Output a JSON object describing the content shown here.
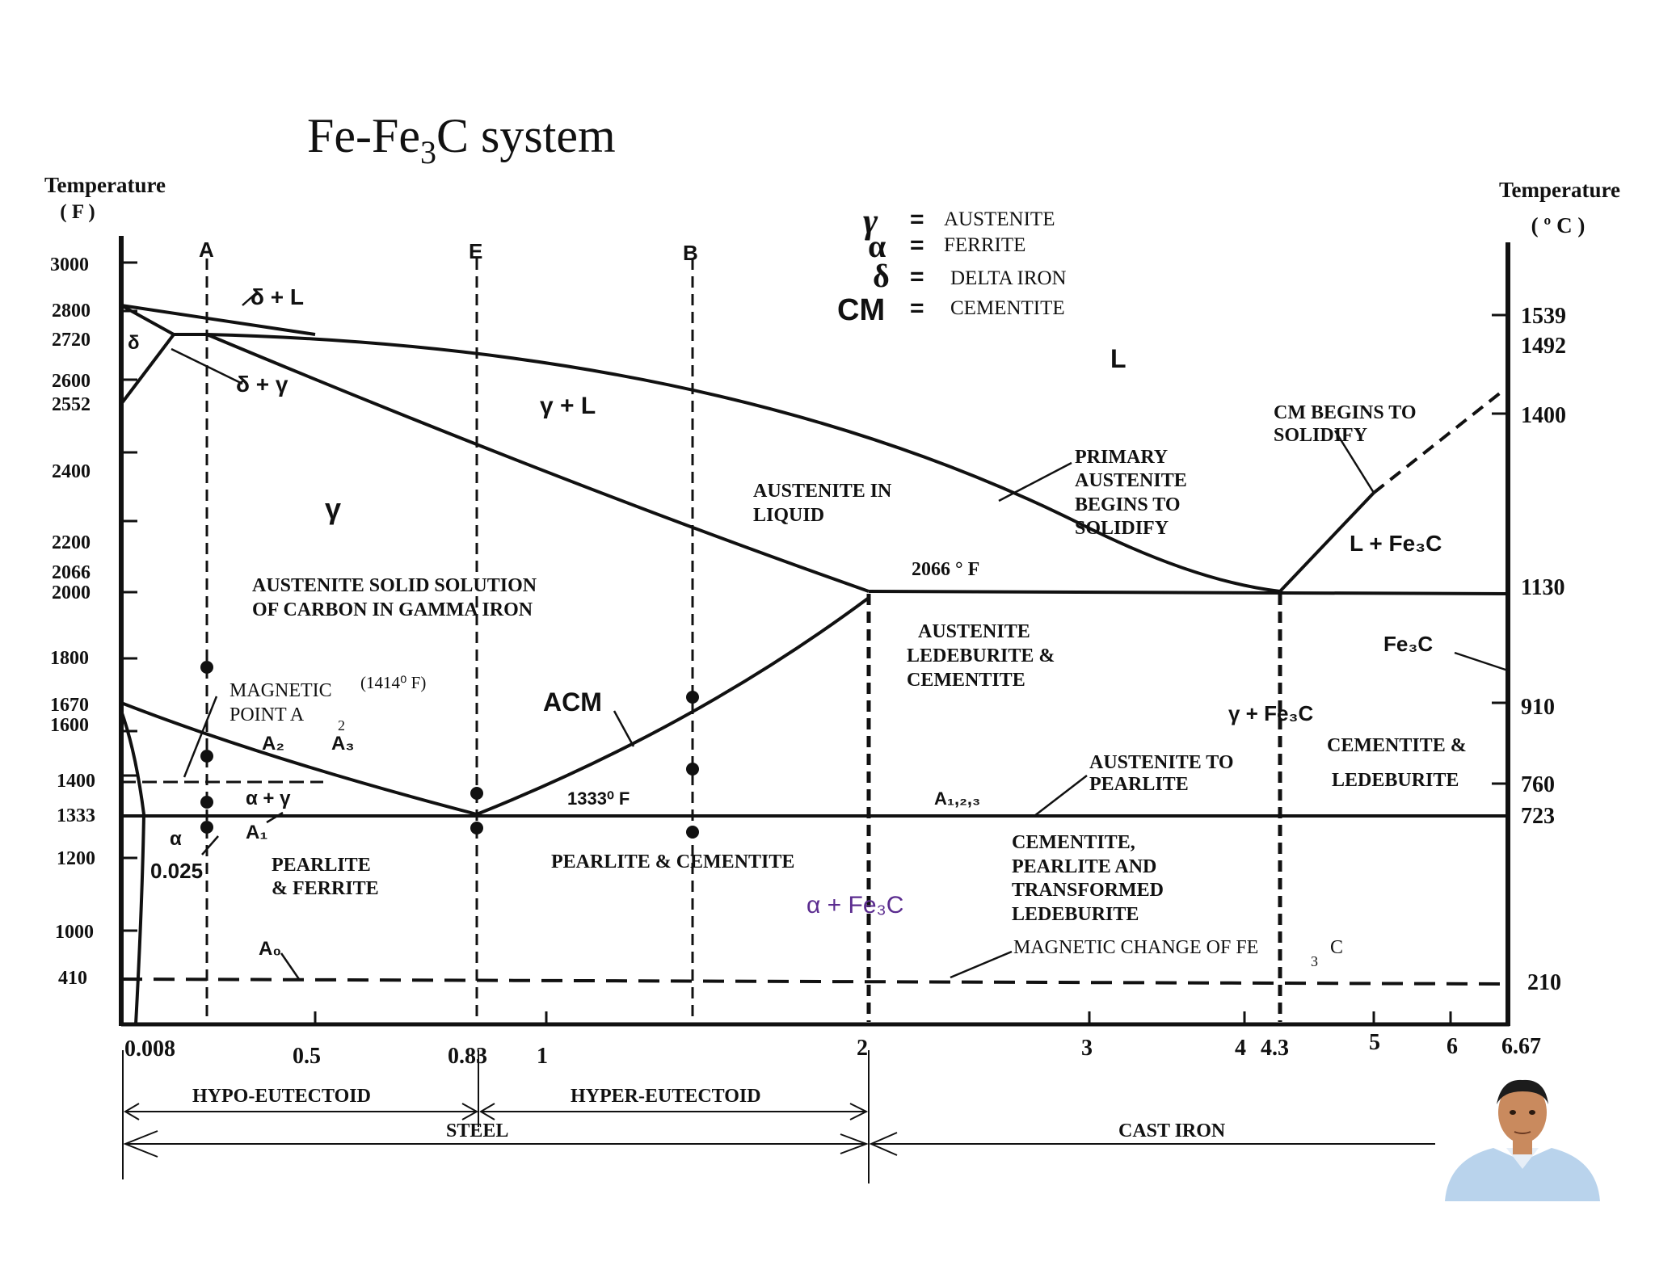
{
  "title": {
    "prefix": "Fe-Fe",
    "sub": "3",
    "suffix": "C system"
  },
  "axes": {
    "left_label_1": "Temperature",
    "left_label_2": "( F )",
    "right_label_1": "Temperature",
    "right_label_2": "( º C )",
    "left_ticks": [
      "3000",
      "2800",
      "2720",
      "2600",
      "2552",
      "2400",
      "2200",
      "2066",
      "2000",
      "1800",
      "1670",
      "1600",
      "1400",
      "1333",
      "1200",
      "1000",
      "410"
    ],
    "right_ticks": [
      "1539",
      "1492",
      "1400",
      "1130",
      "910",
      "760",
      "723",
      "210"
    ],
    "bottom_ticks": [
      "0.008",
      "0.5",
      "0.83",
      "1",
      "2",
      "3",
      "4",
      "4.3",
      "5",
      "6",
      "6.67"
    ]
  },
  "legend": [
    {
      "symbol": "γ",
      "eq": "=",
      "text": "AUSTENITE"
    },
    {
      "symbol": "α",
      "eq": "=",
      "text": "FERRITE"
    },
    {
      "symbol": "δ",
      "eq": "=",
      "text": "DELTA IRON"
    },
    {
      "symbol": "CM",
      "eq": "=",
      "text": "CEMENTITE"
    }
  ],
  "markers": {
    "a": "A",
    "e": "E",
    "b": "B"
  },
  "regions": {
    "delta_liquid": "δ + L",
    "delta": "δ",
    "delta_gamma": "δ + γ",
    "gamma_liquid": "γ + L",
    "liquid": "L",
    "gamma": "γ",
    "austenite_1": "AUSTENITE   SOLID SOLUTION",
    "austenite_2": "OF CARBON IN GAMMA IRON",
    "aust_liquid_1": "AUSTENITE IN",
    "aust_liquid_2": "LIQUID",
    "primary_1": "PRIMARY",
    "primary_2": "AUSTENITE",
    "primary_3": "BEGINS TO",
    "primary_4": "SOLIDIFY",
    "cm_begins_1": "CM BEGINS TO",
    "cm_begins_2": "SOLIDIFY",
    "l_fe3c": "L + Fe₃C",
    "temp_2066": "2066 ° F",
    "aled_1": "AUSTENITE",
    "aled_2": "LEDEBURITE &",
    "aled_3": "CEMENTITE",
    "fe3c": "Fe₃C",
    "magnetic_1": "MAGNETIC",
    "magnetic_2": "(1414⁰ F)",
    "magnetic_3": "POINT   A",
    "magnetic_sub": "2",
    "acm": "ACM",
    "gamma_fe3c": "γ + Fe₃C",
    "cem_led_1": "CEMENTITE  &",
    "cem_led_2": "LEDEBURITE",
    "a2": "A₂",
    "a3": "A₃",
    "alpha_gamma": "α + γ",
    "aust_pearl_1": "AUSTENITE  TO",
    "aust_pearl_2": "PEARLITE",
    "temp_1333": "1333⁰ F",
    "a123": "A₁,₂,₃",
    "alpha": "α",
    "a1": "A₁",
    "c0025": "0.025",
    "pf_1": "PEARLITE",
    "pf_2": "& FERRITE",
    "pc": "PEARLITE & CEMENTITE",
    "alpha_fe3c": "α + Fe₃C",
    "cpt_1": "CEMENTITE,",
    "cpt_2": "PEARLITE AND",
    "cpt_3": "TRANSFORMED",
    "cpt_4": "LEDEBURITE",
    "a0": "A₀",
    "mag_change": "MAGNETIC CHANGE OF  FE",
    "mag_sub": "3",
    "mag_c": "C"
  },
  "classes": {
    "hypo": "HYPO-EUTECTOID",
    "hyper": "HYPER-EUTECTOID",
    "steel": "STEEL",
    "cast": "CAST IRON"
  },
  "colors": {
    "ink": "#111111",
    "alpha_fe3c_accent": "#5b2c8f",
    "shirt": "#b9d3ec",
    "skin": "#c98a5e"
  }
}
